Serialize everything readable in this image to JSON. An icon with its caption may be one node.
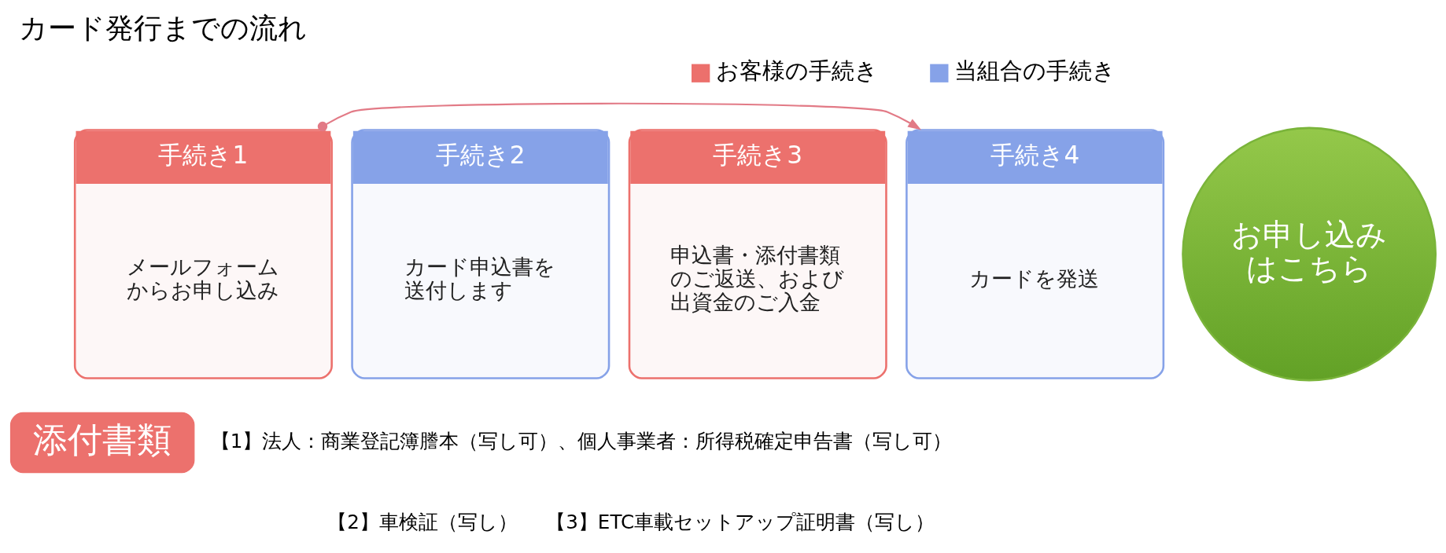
{
  "diagram": {
    "title": "カード発行までの流れ",
    "nodes": [
      {
        "text": [
          "手続き1",
          "メールフォームからお申し込み"
        ]
      },
      {
        "text": [
          "手続き2",
          "カード申込書を送付します"
        ]
      },
      {
        "text": [
          "手続き3",
          "申込書・添付書類のご返送、および出資金のご入金"
        ]
      },
      {
        "text": [
          "手続き4",
          "カードを発送"
        ]
      },
      {
        "text": [
          "お申し込みはこちら"
        ]
      },
      {
        "text": [
          "添付書類"
        ]
      }
    ],
    "edges": [
      {
        "from": 0,
        "to": 3,
        "arrow": "to"
      }
    ],
    "labels": [
      "【1】法人：商業登記簿謄本（写し可）、個人事業者：所得税確定申告書（写し可）",
      "【2】車検証（写し）",
      "【3】ETC車載セットアップ証明書（写し）"
    ],
    "legend": [
      {
        "text": "お客様の手続き",
        "color": "#ec706c"
      },
      {
        "text": "当組合の手続き",
        "color": "#86a2e8"
      }
    ]
  }
}
